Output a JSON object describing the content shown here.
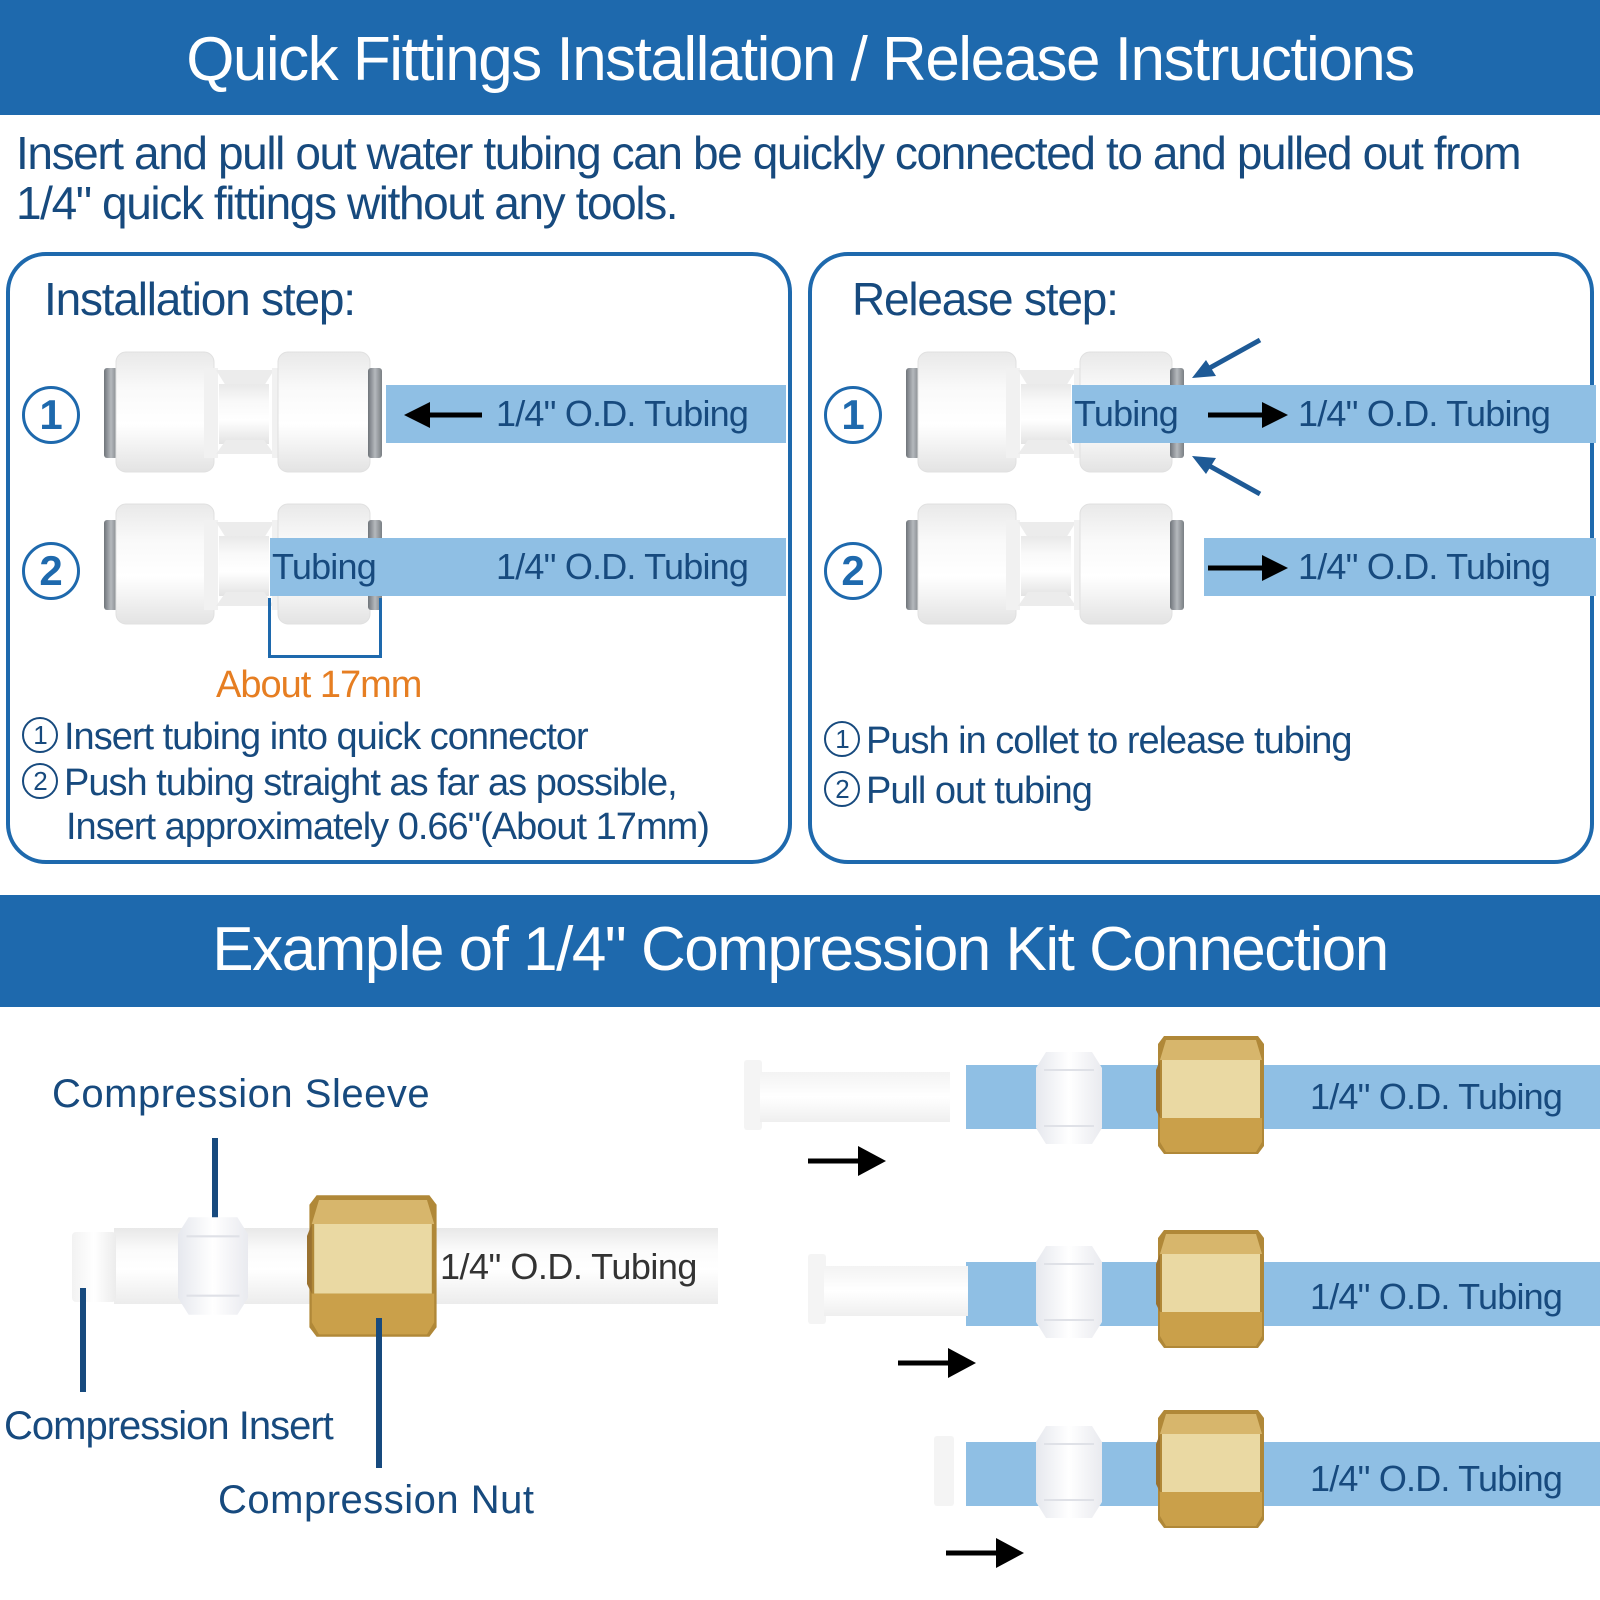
{
  "header": {
    "title": "Quick Fittings Installation / Release Instructions",
    "intro": "Insert and pull out water tubing can be quickly connected to and pulled out from 1/4\" quick fittings without any tools."
  },
  "installation": {
    "title": "Installation step:",
    "step1_num": "1",
    "step2_num": "2",
    "step1_tube_label": "1/4\" O.D. Tubing",
    "step2_inner_label": "Tubing",
    "step2_tube_label": "1/4\" O.D. Tubing",
    "depth_label": "About 17mm",
    "instructions": [
      {
        "num": "1",
        "text": "Insert tubing into quick connector"
      },
      {
        "num": "2",
        "text": "Push tubing straight as far as possible,"
      },
      {
        "num": "",
        "text": "Insert approximately 0.66\"(About 17mm)"
      }
    ]
  },
  "release": {
    "title": "Release step:",
    "step1_num": "1",
    "step2_num": "2",
    "step1_inner_label": "Tubing",
    "step1_tube_label": "1/4\" O.D. Tubing",
    "step2_tube_label": "1/4\" O.D. Tubing",
    "instructions": [
      {
        "num": "1",
        "text": "Push in collet to release tubing"
      },
      {
        "num": "2",
        "text": "Pull out tubing"
      }
    ]
  },
  "compression": {
    "title": "Example of 1/4\" Compression Kit Connection",
    "labels": {
      "sleeve": "Compression Sleeve",
      "insert": "Compression Insert",
      "nut": "Compression Nut",
      "tubing": "1/4\" O.D. Tubing"
    },
    "sequence": [
      {
        "tube_label": "1/4\" O.D. Tubing"
      },
      {
        "tube_label": "1/4\" O.D. Tubing"
      },
      {
        "tube_label": "1/4\" O.D. Tubing"
      }
    ]
  },
  "colors": {
    "banner": "#1e69ad",
    "text_dark_blue": "#174a7e",
    "tube_blue": "#8fbfe4",
    "accent_orange": "#e67e22",
    "brass": "#c9a24a"
  }
}
